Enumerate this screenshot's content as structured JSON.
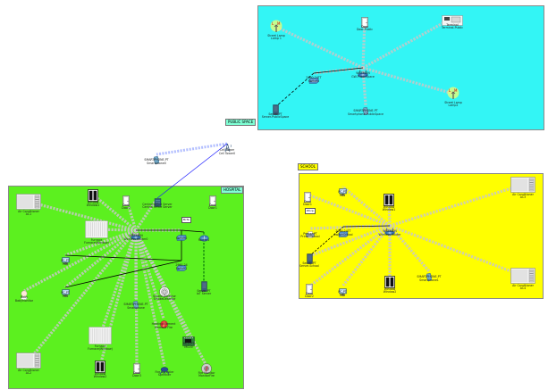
{
  "colors": {
    "public_space_fill": "#33f5f5",
    "hospital_fill": "#5cf01f",
    "school_fill": "#ffff00",
    "label_fill": "#7fffd4",
    "wireless_beam": "#c8c8c8",
    "link_black": "#000000",
    "link_blue": "#1a1aff"
  },
  "areas": {
    "public_space": "PUBLIC SPACE",
    "hospital": "HOSPITAL",
    "school": "SCHOOL"
  },
  "devices": [
    {
      "id": "street-lamp-1",
      "icon": "street-lamp-icon",
      "l1": "Street Lamp",
      "l2": "Lamp 1"
    },
    {
      "id": "door-public",
      "icon": "door-icon",
      "l1": "Door",
      "l2": "Door-Public"
    },
    {
      "id": "gateway-public",
      "icon": "wireless-router-icon",
      "l1": "WRT300N",
      "l2": "GW-PublicSpace"
    },
    {
      "id": "switch-public",
      "icon": "switch-icon",
      "l1": "2960-24TT",
      "l2": "Switch3"
    },
    {
      "id": "server-public",
      "icon": "server-icon",
      "l1": "Server-PT",
      "l2": "Server-PublicSpace"
    },
    {
      "id": "smartphone-public",
      "icon": "smartphone-icon",
      "l1": "SMARTPHONE-PT",
      "l2": "Smartphone-PublicSpace"
    },
    {
      "id": "street-lamp-2",
      "icon": "street-lamp-icon",
      "l1": "Street Lamp",
      "l2": "Lamp2"
    },
    {
      "id": "terminal-public",
      "icon": "terminal-icon",
      "l1": "Terminal",
      "l2": "Terminal-Public"
    },
    {
      "id": "cell-tower",
      "icon": "cell-tower-icon",
      "l1": "Cell Tower",
      "l2": "Cell Tower0"
    },
    {
      "id": "smartphone-0",
      "icon": "smartphone-icon",
      "l1": "SMARTPHONE-PT",
      "l2": "Smartphone0"
    },
    {
      "id": "central-office",
      "icon": "central-office-icon",
      "l1": "Central Office Server",
      "l2": "Central Office Server"
    },
    {
      "id": "ac1",
      "icon": "air-conditioner-icon",
      "l1": "Air Conditioner",
      "l2": "AC1"
    },
    {
      "id": "window-1",
      "icon": "window-icon",
      "l1": "Window",
      "l2": "Window1"
    },
    {
      "id": "door-2",
      "icon": "door-icon",
      "l1": "Door",
      "l2": "Door2"
    },
    {
      "id": "door-1",
      "icon": "door-icon",
      "l1": "Door",
      "l2": "Door1"
    },
    {
      "id": "furnace",
      "icon": "furnace-icon",
      "l1": "Furnace",
      "l2": "Furnace(Window)"
    },
    {
      "id": "wireless-router0",
      "icon": "wireless-router-icon",
      "l1": "WRT300N",
      "l2": "Wireless Router0"
    },
    {
      "id": "switch-0",
      "icon": "switch-icon",
      "l1": "",
      "l2": "Switch0"
    },
    {
      "id": "router-1",
      "icon": "router-icon",
      "l1": "",
      "l2": "Router1"
    },
    {
      "id": "switch-1",
      "icon": "switch-icon",
      "l1": "2960-24",
      "l2": "Switch1"
    },
    {
      "id": "server-0",
      "icon": "server-icon",
      "l1": "Server-PT",
      "l2": "IoT Server"
    },
    {
      "id": "pc0",
      "icon": "pc-icon",
      "l1": "PC-PT",
      "l2": "PC0"
    },
    {
      "id": "pc1",
      "icon": "pc-icon",
      "l1": "PC-PT",
      "l2": "PC1"
    },
    {
      "id": "baby",
      "icon": "baby-monitor-icon",
      "l1": "Baby",
      "l2": "BabyMonitor"
    },
    {
      "id": "smartphone-hospital",
      "icon": "smartphone-icon",
      "l1": "SMARTPHONE-PT",
      "l2": "Smartphone"
    },
    {
      "id": "smoke-detector",
      "icon": "smoke-detector-icon",
      "l1": "Smoke Detector",
      "l2": "SmokeDetector"
    },
    {
      "id": "heating-element",
      "icon": "heating-element-icon",
      "l1": "Heating Element",
      "l2": "Element Fire"
    },
    {
      "id": "mcu",
      "icon": "mcu-board-icon",
      "l1": "MCU-PT",
      "l2": "MCU0"
    },
    {
      "id": "furnace-2",
      "icon": "furnace-icon",
      "l1": "Furnace",
      "l2": "Furnace(Window)"
    },
    {
      "id": "ac2",
      "icon": "air-conditioner-icon",
      "l1": "Air Conditioner",
      "l2": "AC2"
    },
    {
      "id": "window-2",
      "icon": "window-icon",
      "l1": "Window",
      "l2": "Window2"
    },
    {
      "id": "door-3",
      "icon": "door-icon",
      "l1": "Door",
      "l2": "Door3"
    },
    {
      "id": "fire-sprinkler",
      "icon": "fire-sprinkler-icon",
      "l1": "Fire Sprinkler",
      "l2": "Sprinkler"
    },
    {
      "id": "fire-monitor",
      "icon": "fire-monitor-icon",
      "l1": "Fire Monitor",
      "l2": "MonitorFire"
    },
    {
      "id": "door-s1",
      "icon": "door-icon",
      "l1": "Door",
      "l2": "Door1"
    },
    {
      "id": "pc-s1",
      "icon": "pc-icon",
      "l1": "PC-PT",
      "l2": "PC1"
    },
    {
      "id": "window-s1",
      "icon": "window-icon",
      "l1": "Window",
      "l2": "Window1"
    },
    {
      "id": "ac-s3",
      "icon": "air-conditioner-icon",
      "l1": "Air Conditioner",
      "l2": "AC3"
    },
    {
      "id": "switch-school",
      "icon": "switch-icon",
      "l1": "2960-24TT",
      "l2": "SwitchSchool"
    },
    {
      "id": "router-school",
      "icon": "wireless-router-icon",
      "l1": "WRT300N",
      "l2": "Wireless Router"
    },
    {
      "id": "printer-school",
      "icon": "printer-icon",
      "l1": "Printer-PT",
      "l2": "PrinterSchool"
    },
    {
      "id": "server-school",
      "icon": "server-icon",
      "l1": "Server-PT",
      "l2": "Server-School"
    },
    {
      "id": "door-s2",
      "icon": "door-icon",
      "l1": "Door",
      "l2": "Door2"
    },
    {
      "id": "pc-s2",
      "icon": "pc-icon",
      "l1": "PC-PT",
      "l2": "PC2"
    },
    {
      "id": "window-s2",
      "icon": "window-icon",
      "l1": "Window",
      "l2": "Window2"
    },
    {
      "id": "smartphone-school",
      "icon": "smartphone-icon",
      "l1": "SMARTPHONE-PT",
      "l2": "Smartphone1"
    },
    {
      "id": "ac-s4",
      "icon": "air-conditioner-icon",
      "l1": "Air Conditioner",
      "l2": "AC4"
    }
  ],
  "tags": {
    "ip_tag": "Bcfa",
    "dhcp_tag": "Dhcp"
  }
}
